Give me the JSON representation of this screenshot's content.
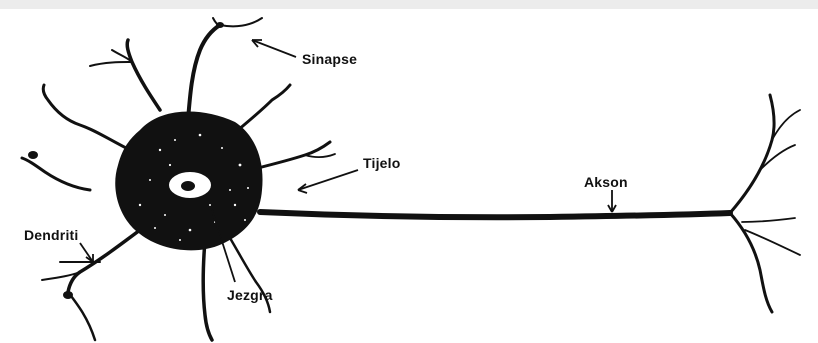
{
  "labels": {
    "synapse": "Sinapse",
    "cell_body": "Tijelo",
    "axon": "Akson",
    "dendrites": "Dendriti",
    "nucleus": "Jezgra"
  },
  "colors": {
    "ink": "#111111",
    "background": "#ffffff",
    "top_strip": "#ececec"
  }
}
